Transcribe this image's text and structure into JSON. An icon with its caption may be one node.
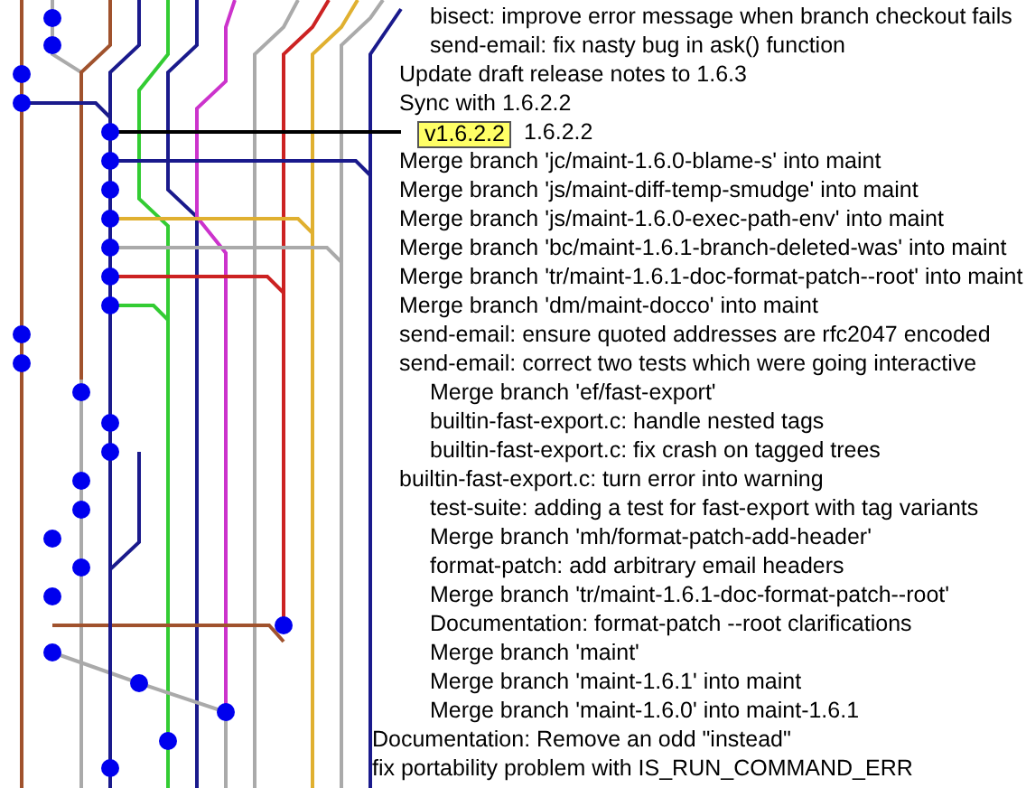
{
  "diagram": {
    "labels": [
      "bisect: improve error message when branch checkout fails",
      "send-email: fix nasty bug in ask() function",
      "Update draft release notes to 1.6.3",
      "Sync with 1.6.2.2",
      "v1.6.2.2",
      "1.6.2.2",
      "Merge branch 'jc/maint-1.6.0-blame-s' into maint",
      "Merge branch 'js/maint-diff-temp-smudge' into maint",
      "Merge branch 'js/maint-1.6.0-exec-path-env' into maint",
      "Merge branch 'bc/maint-1.6.1-branch-deleted-was' into maint",
      "Merge branch 'tr/maint-1.6.1-doc-format-patch--root' into maint",
      "Merge branch 'dm/maint-docco' into maint",
      "send-email: ensure quoted addresses are rfc2047 encoded",
      "send-email: correct two tests which were going interactive",
      "Merge branch 'ef/fast-export'",
      "builtin-fast-export.c: handle nested tags",
      "builtin-fast-export.c: fix crash on tagged trees",
      "builtin-fast-export.c: turn error into warning",
      "test-suite: adding a test for fast-export with tag variants",
      "Merge branch 'mh/format-patch-add-header'",
      "format-patch: add arbitrary email headers",
      "Merge branch 'tr/maint-1.6.1-doc-format-patch--root'",
      "Documentation: format-patch --root clarifications",
      "Merge branch 'maint'",
      "Merge branch 'maint-1.6.1' into maint",
      "Merge branch 'maint-1.6.0' into maint-1.6.1",
      "Documentation: Remove an odd \"instead\"",
      "fix portability problem with IS_RUN_COMMAND_ERR"
    ]
  }
}
